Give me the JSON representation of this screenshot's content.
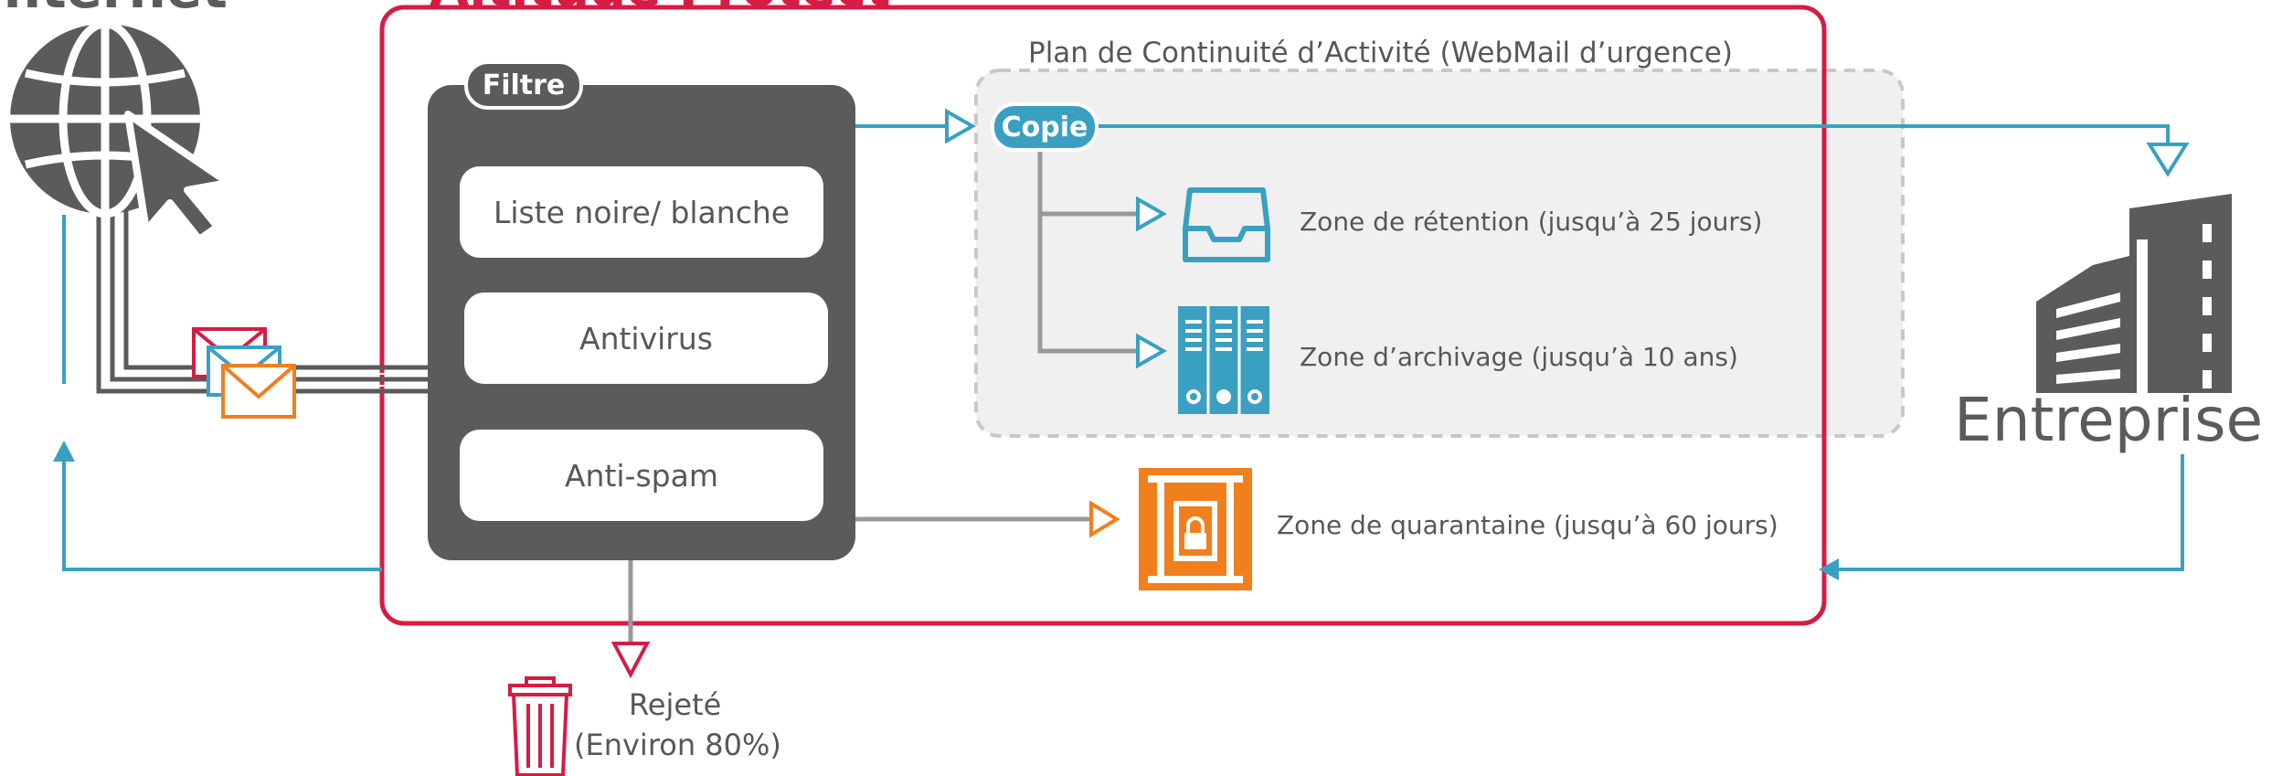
{
  "header": {
    "internet_label": "Internet",
    "altitude_label": "Altitude Protect",
    "pca_title": "Plan de Continuité d’Activité  (WebMail d’urgence)"
  },
  "filter": {
    "tag": "Filtre",
    "modules": [
      "Liste noire/ blanche",
      "Antivirus",
      "Anti-spam"
    ]
  },
  "copy_tag": "Copie",
  "zones": {
    "retention": "Zone de rétention (jusqu’à 25 jours)",
    "archive": "Zone d’archivage (jusqu’à 10 ans)",
    "quarantine": "Zone de quarantaine (jusqu’à 60 jours)"
  },
  "rejected": {
    "line1": "Rejeté",
    "line2": "(Environ 80%)"
  },
  "enterprise_label": "Entreprise",
  "colors": {
    "crimson": "#d51c45",
    "blue": "#3aa0c2",
    "orange": "#f07f1d",
    "dark": "#5b5b5b",
    "gray_line": "#999999",
    "pca_bg": "#f0f0f0"
  },
  "icons": [
    "globe-cursor-icon",
    "envelopes-icon",
    "inbox-tray-icon",
    "binders-icon",
    "quarantine-lock-icon",
    "trash-icon",
    "building-icon"
  ]
}
